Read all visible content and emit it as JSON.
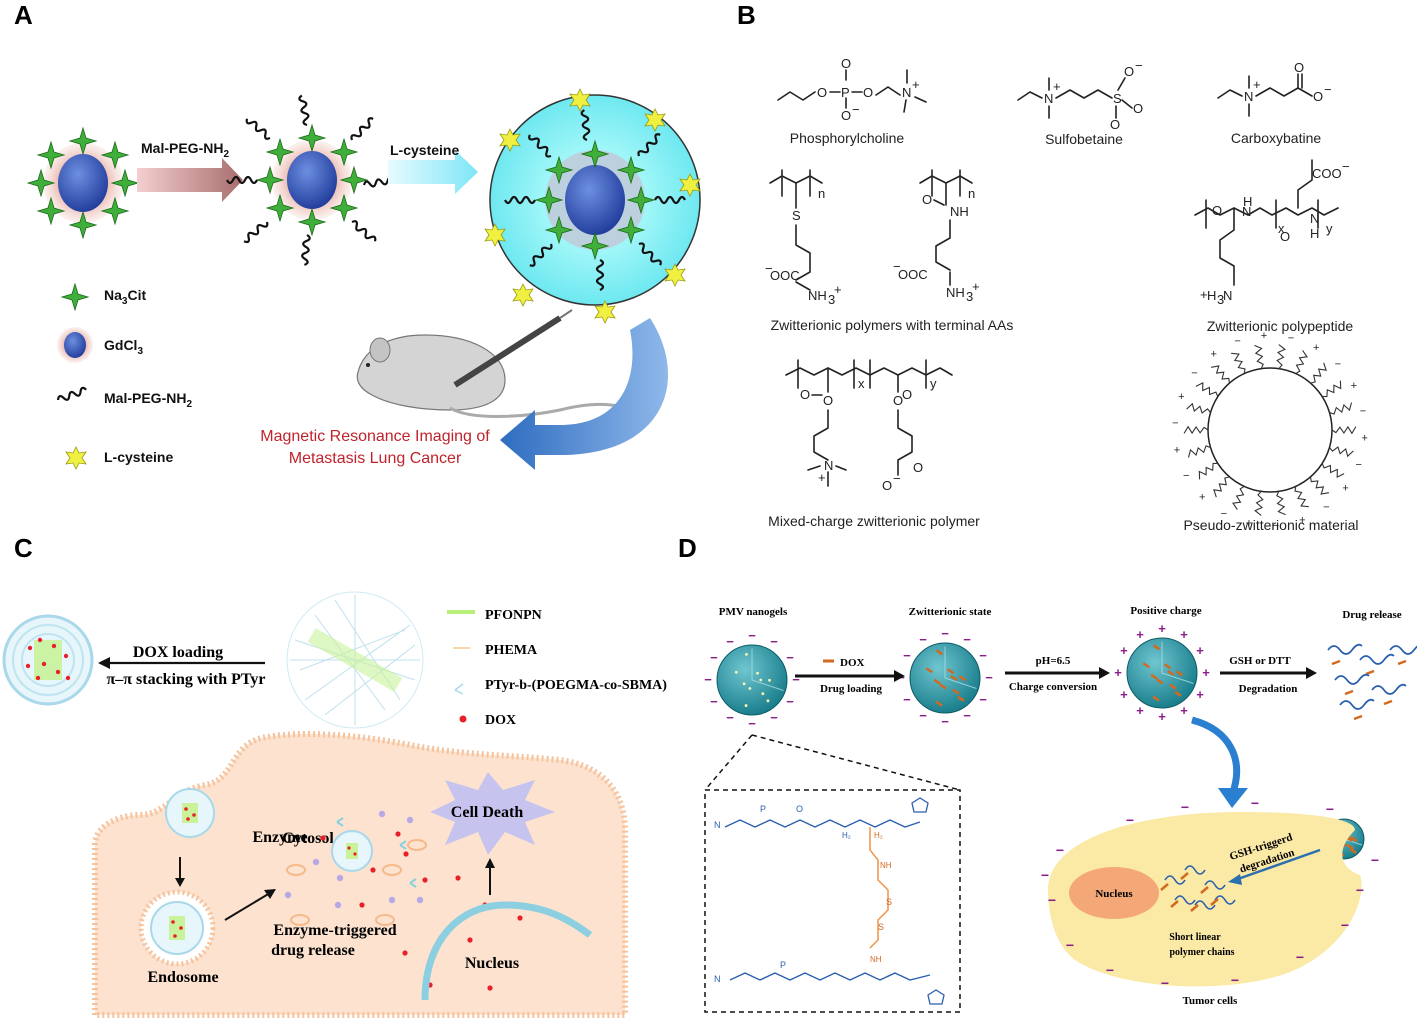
{
  "panels": {
    "A": {
      "label": "A",
      "arrow1": "Mal-PEG-NH",
      "arrow1_sub": "2",
      "arrow2": "L-cysteine",
      "legend": [
        {
          "text": "Na",
          "sub": "3",
          "rest": "Cit",
          "icon": "green-star-icon"
        },
        {
          "text": "GdCl",
          "sub": "3",
          "rest": "",
          "icon": "blue-sphere-icon"
        },
        {
          "text": "Mal-PEG-NH",
          "sub": "2",
          "rest": "",
          "icon": "wavy-chain-icon"
        },
        {
          "text": "L-cysteine",
          "sub": "",
          "rest": "",
          "icon": "yellow-burst-icon"
        }
      ],
      "caption_line1": "Magnetic Resonance Imaging of",
      "caption_line2": "Metastasis Lung Cancer",
      "caption_color": "#c0232c"
    },
    "B": {
      "label": "B",
      "names": {
        "phosphorylcholine": "Phosphorylcholine",
        "sulfobetaine": "Sulfobetaine",
        "carboxybetaine": "Carboxybatine",
        "polymers_terminal": "Zwitterionic polymers with terminal AAs",
        "polypeptide": "Zwitterionic polypeptide",
        "mixed": "Mixed-charge zwitterionic polymer",
        "pseudo": "Pseudo-zwitterionic material"
      }
    },
    "C": {
      "label": "C",
      "legend": [
        {
          "text": "PFONPN",
          "color": "#b8f07a"
        },
        {
          "text": "PHEMA",
          "color": "#f3d9a8"
        },
        {
          "text": "PTyr-b-(POEGMA-co-SBMA)",
          "color": "#a8d8ea"
        },
        {
          "text": "DOX",
          "color": "#e8202a"
        }
      ],
      "arrow_top": "DOX loading",
      "arrow_bottom": "π–π stacking with PTyr",
      "cytosol": "Cytosol",
      "enzyme": "Enzyme",
      "cell_death": "Cell Death",
      "release_line1": "Enzyme-triggered",
      "release_line2": "drug release",
      "endosome": "Endosome",
      "nucleus": "Nucleus"
    },
    "D": {
      "label": "D",
      "stages": {
        "pmv": "PMV nanogels",
        "zwitterionic": "Zwitterionic state",
        "positive": "Positive charge",
        "drug_release": "Drug release"
      },
      "dox_legend": "DOX",
      "drug_loading": "Drug loading",
      "ph": "pH=6.5",
      "charge_conversion": "Charge conversion",
      "gsh": "GSH or DTT",
      "degradation": "Degradation",
      "gsh_triggered_1": "GSH-triggerd",
      "gsh_triggered_2": "degradation",
      "nucleus": "Nucleus",
      "short_1": "Short linear",
      "short_2": "polymer chains",
      "tumor": "Tumor cells"
    }
  },
  "colors": {
    "accent_teal": "#2aa3b3",
    "cell_fill": "#fde3cf",
    "tumor_fill": "#fbe9a6",
    "nucleus_fill": "#f4a878",
    "dox_orange": "#d2691e",
    "chain_blue": "#2a5fb0"
  }
}
